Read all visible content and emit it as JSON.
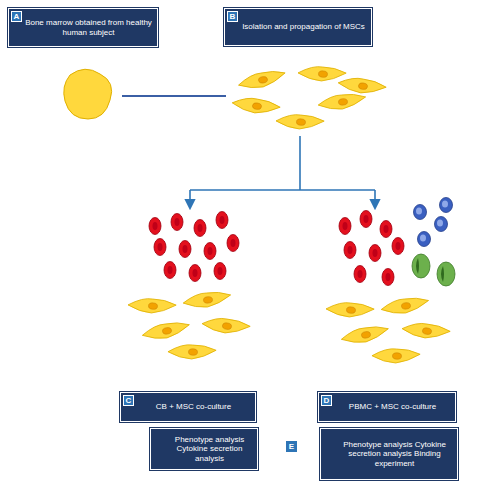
{
  "diagram": {
    "nodes": [
      {
        "text": [
          "Bone marrow obtained from healthy human subject"
        ]
      },
      {
        "text": [
          "A"
        ],
        "in": 0
      },
      {
        "text": [
          "Isolation and propagation of MSCs"
        ]
      },
      {
        "text": [
          "B"
        ],
        "in": 2
      },
      {
        "text": [
          "CB + MSC co-culture"
        ]
      },
      {
        "text": [
          "C"
        ],
        "in": 4
      },
      {
        "text": [
          "PBMC + MSC co-culture"
        ]
      },
      {
        "text": [
          "D"
        ],
        "in": 6
      },
      {
        "text": [
          "Phenotype analysis Cytokine secretion analysis"
        ]
      },
      {
        "text": [
          "E"
        ]
      },
      {
        "text": [
          "Phenotype analysis Cytokine secretion analysis Binding experiment"
        ]
      }
    ]
  }
}
